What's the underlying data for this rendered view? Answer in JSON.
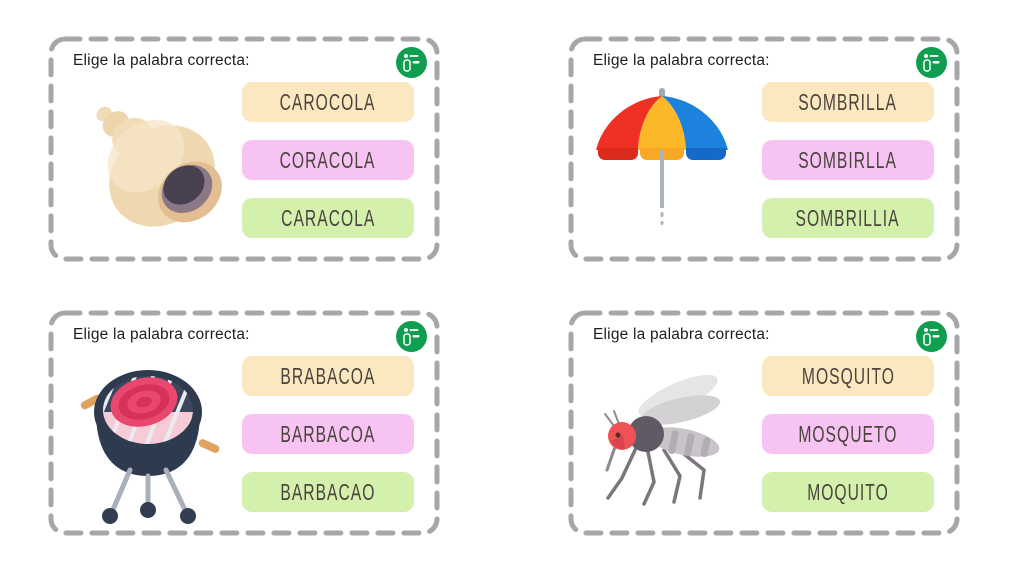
{
  "shared": {
    "prompt_label": "Elige la palabra correcta:",
    "badge": {
      "name": "brand-badge",
      "color": "#0F9D4F"
    }
  },
  "colors": {
    "option_yellow_bg": "#FBE8C0",
    "option_pink_bg": "#F6C3F3",
    "option_green_bg": "#D4F0AD",
    "card_border": "#A7A7A7",
    "prompt_text": "#1D1D1D",
    "option_text": "#4A443D"
  },
  "cards": [
    {
      "image": "seashell",
      "options": [
        "CAROCOLA",
        "CORACOLA",
        "CARACOLA"
      ]
    },
    {
      "image": "umbrella",
      "options": [
        "SOMBRILLA",
        "SOMBIRLLA",
        "SOMBRILLIA"
      ]
    },
    {
      "image": "barbecue-grill",
      "options": [
        "BRABACOA",
        "BARBACOA",
        "BARBACAO"
      ]
    },
    {
      "image": "mosquito",
      "options": [
        "MOSQUITO",
        "MOSQUETO",
        "MOQUITO"
      ]
    }
  ]
}
